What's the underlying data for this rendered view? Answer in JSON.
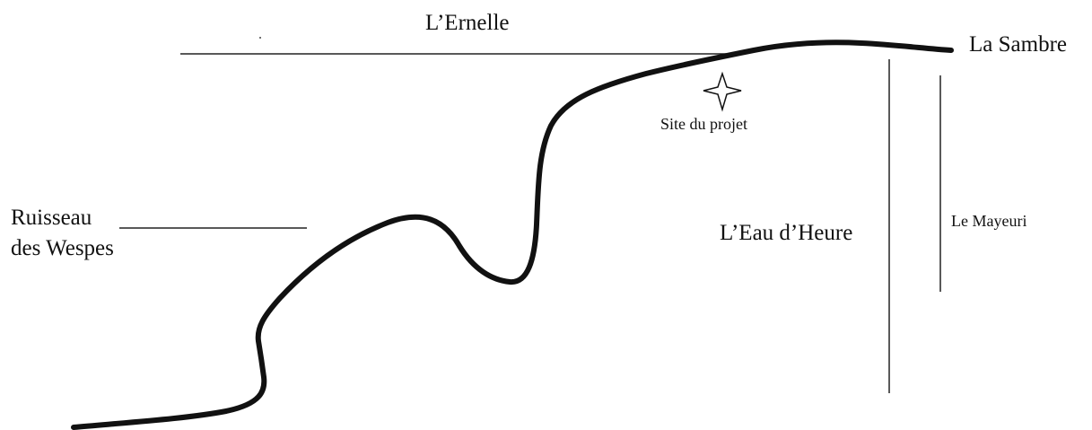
{
  "labels": {
    "ernelle": "L’Ernelle",
    "sambre": "La Sambre",
    "site": "Site du projet",
    "ruisseau_line1": "Ruisseau",
    "ruisseau_line2": "des Wespes",
    "eau_heure": "L’Eau d’Heure",
    "mayeuri": "Le Mayeuri"
  },
  "colors": {
    "river": "#111111",
    "tributary": "#222222",
    "background": "#ffffff"
  },
  "icons": {
    "site_marker": "four-point-star-icon"
  }
}
